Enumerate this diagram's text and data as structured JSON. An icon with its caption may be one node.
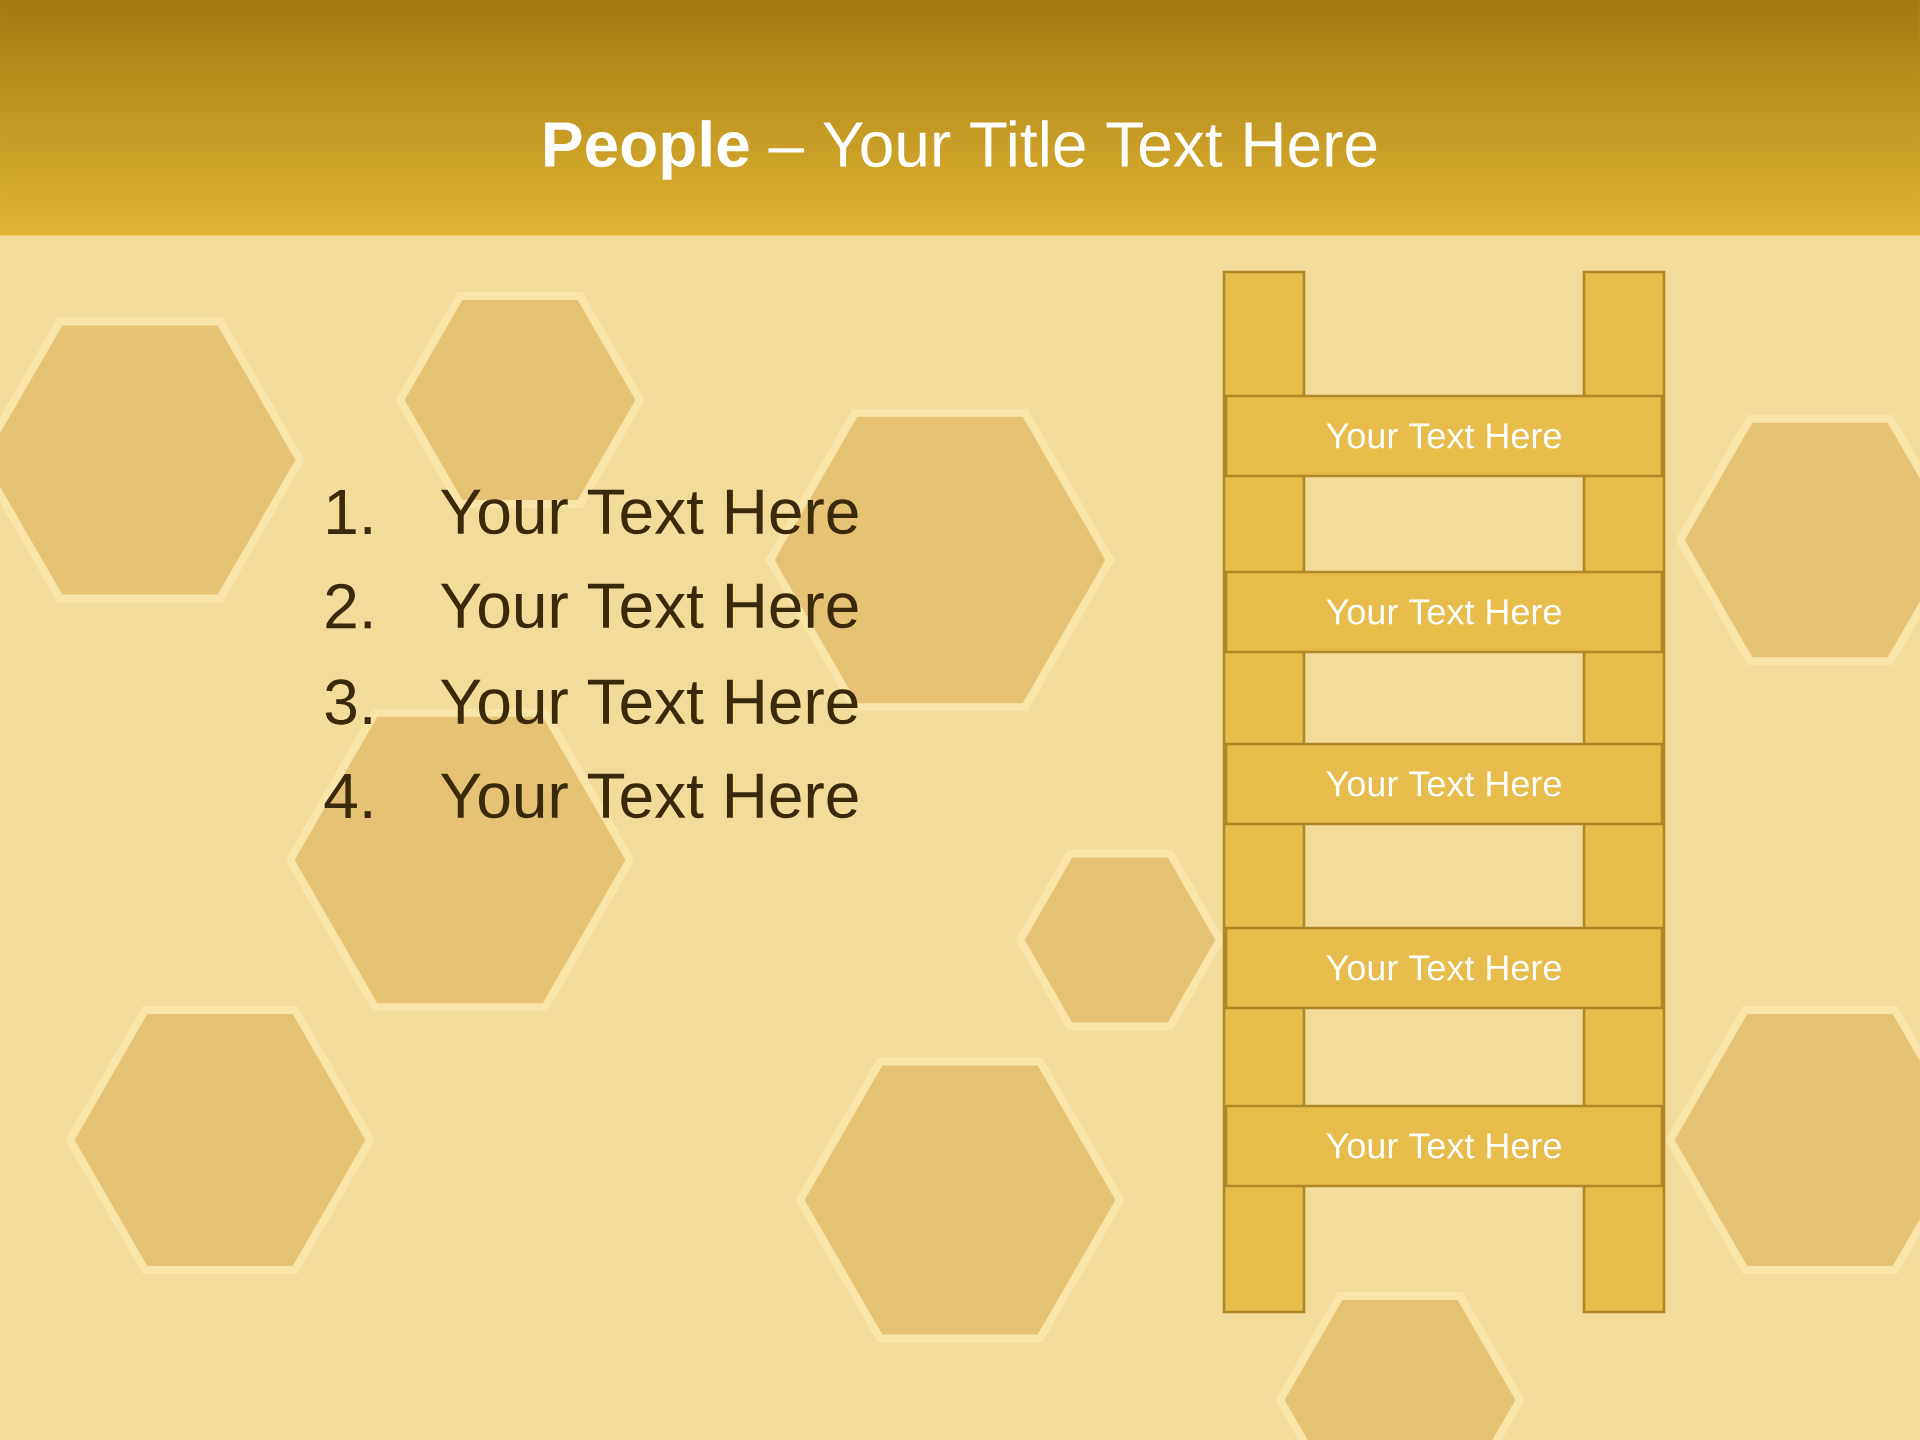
{
  "diagram": {
    "title": "**People** – Your Title Text Here",
    "nodes": [
      {
        "text": [],
        "shape": "bar"
      },
      {
        "text": [],
        "shape": "bar"
      },
      {
        "text": [
          "Your Text Here"
        ]
      },
      {
        "text": [
          "Your Text Here"
        ]
      },
      {
        "text": [
          "Your Text Here"
        ]
      },
      {
        "text": [
          "Your Text Here"
        ]
      },
      {
        "text": [
          "Your Text Here"
        ]
      }
    ],
    "labels": [
      "1.",
      "Your Text Here",
      "2.",
      "Your Text Here",
      "3.",
      "Your Text Here",
      "4.",
      "Your Text Here"
    ]
  }
}
